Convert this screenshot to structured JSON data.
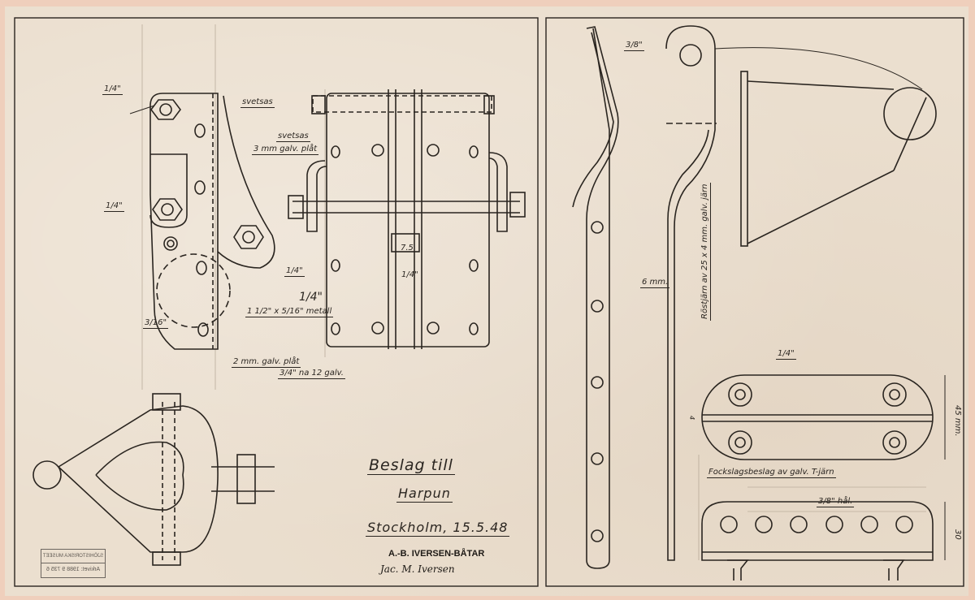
{
  "title": {
    "line1": "Beslag till",
    "line2": "Harpun"
  },
  "place_date": "Stockholm, 15.5.48",
  "firm": "A.-B. IVERSEN-BÅTAR",
  "signature": "Jac. M. Iversen",
  "stamp": {
    "line1": "SJÖHISTORISKA MUSEET",
    "line2": "Arkivet: 1988 9 735 6"
  },
  "labels": {
    "bolt_top": "1/4\"",
    "weld_1": "svetsas",
    "weld_2": "svetsas",
    "plate_3mm": "3 mm galv. plåt",
    "bolt_mid": "1/4\"",
    "bolt_right": "1/4\"",
    "quarter_inch": "1/4\"",
    "metal_disc": "1 1/2\" x 5/16\" metall",
    "pin": "3/16\"",
    "plate_2mm": "2 mm. galv. plåt",
    "screws": "3/4\" na 12 galv.",
    "dim_75": "7.5",
    "dim_quarter": "1/4\"",
    "rod_thickness": "3/8\"",
    "hole_6mm": "6 mm.",
    "rod_material": "Röstjärn av 25 x 4 mm. galv. järn",
    "plate_bolt": "1/4\"",
    "dim_45": "45 mm.",
    "dim_4": "4",
    "fitting": "Fockslagsbeslag av galv. T-järn",
    "holes": "3/8\" hål.",
    "dim_30": "30"
  },
  "colors": {
    "paper": "#ebdfcf",
    "ink": "#2a2520",
    "border": "#efcfbc"
  }
}
